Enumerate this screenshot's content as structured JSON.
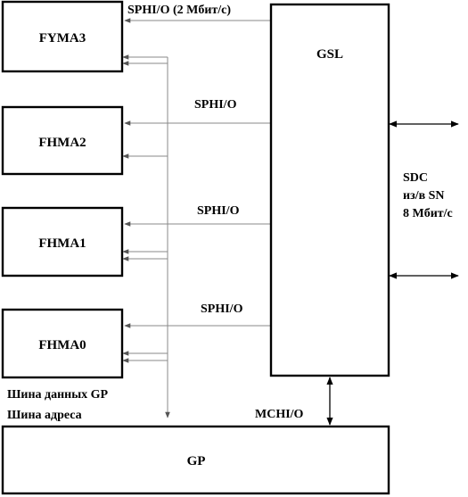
{
  "blocks": {
    "fyma3": "FYMA3",
    "fhma2": "FHMA2",
    "fhma1": "FHMA1",
    "fhma0": "FHMA0",
    "gsl": "GSL",
    "gp": "GP"
  },
  "links": {
    "sphio_top": "SPHI/O (2 Мбит/с)",
    "sphio_2": "SPHI/O",
    "sphio_1": "SPHI/O",
    "sphio_0": "SPHI/O",
    "mchio": "MCHI/O"
  },
  "sdc": {
    "line1": "SDC",
    "line2": "из/в SN",
    "line3": "8 Мбит/с"
  },
  "bus": {
    "data_bus": "Шина данных GP",
    "address_bus": "Шина адреса"
  },
  "colors": {
    "block_stroke": "#000000",
    "connector_gray": "#8a8a8a",
    "background": "#ffffff"
  }
}
